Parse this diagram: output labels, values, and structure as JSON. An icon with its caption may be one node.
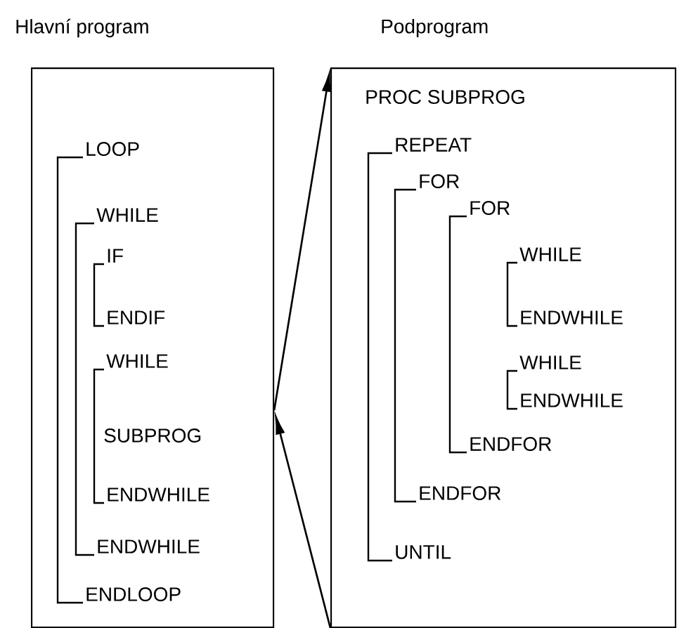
{
  "diagram": {
    "nodes": [
      {
        "text": [
          "Hlavní program"
        ]
      },
      {
        "text": [
          "Podprogram"
        ]
      }
    ],
    "edges": [
      {
        "from": 0,
        "to": 1,
        "arrow": "to"
      },
      {
        "from": 1,
        "to": 0,
        "arrow": "to"
      }
    ],
    "labels": [
      "LOOP",
      "WHILE",
      "IF",
      "ENDIF",
      "WHILE",
      "SUBPROG",
      "ENDWHILE",
      "ENDWHILE",
      "ENDLOOP",
      "PROC SUBPROG",
      "REPEAT",
      "FOR",
      "FOR",
      "WHILE",
      "ENDWHILE",
      "WHILE",
      "ENDWHILE",
      "ENDFOR",
      "ENDFOR",
      "UNTIL"
    ]
  }
}
